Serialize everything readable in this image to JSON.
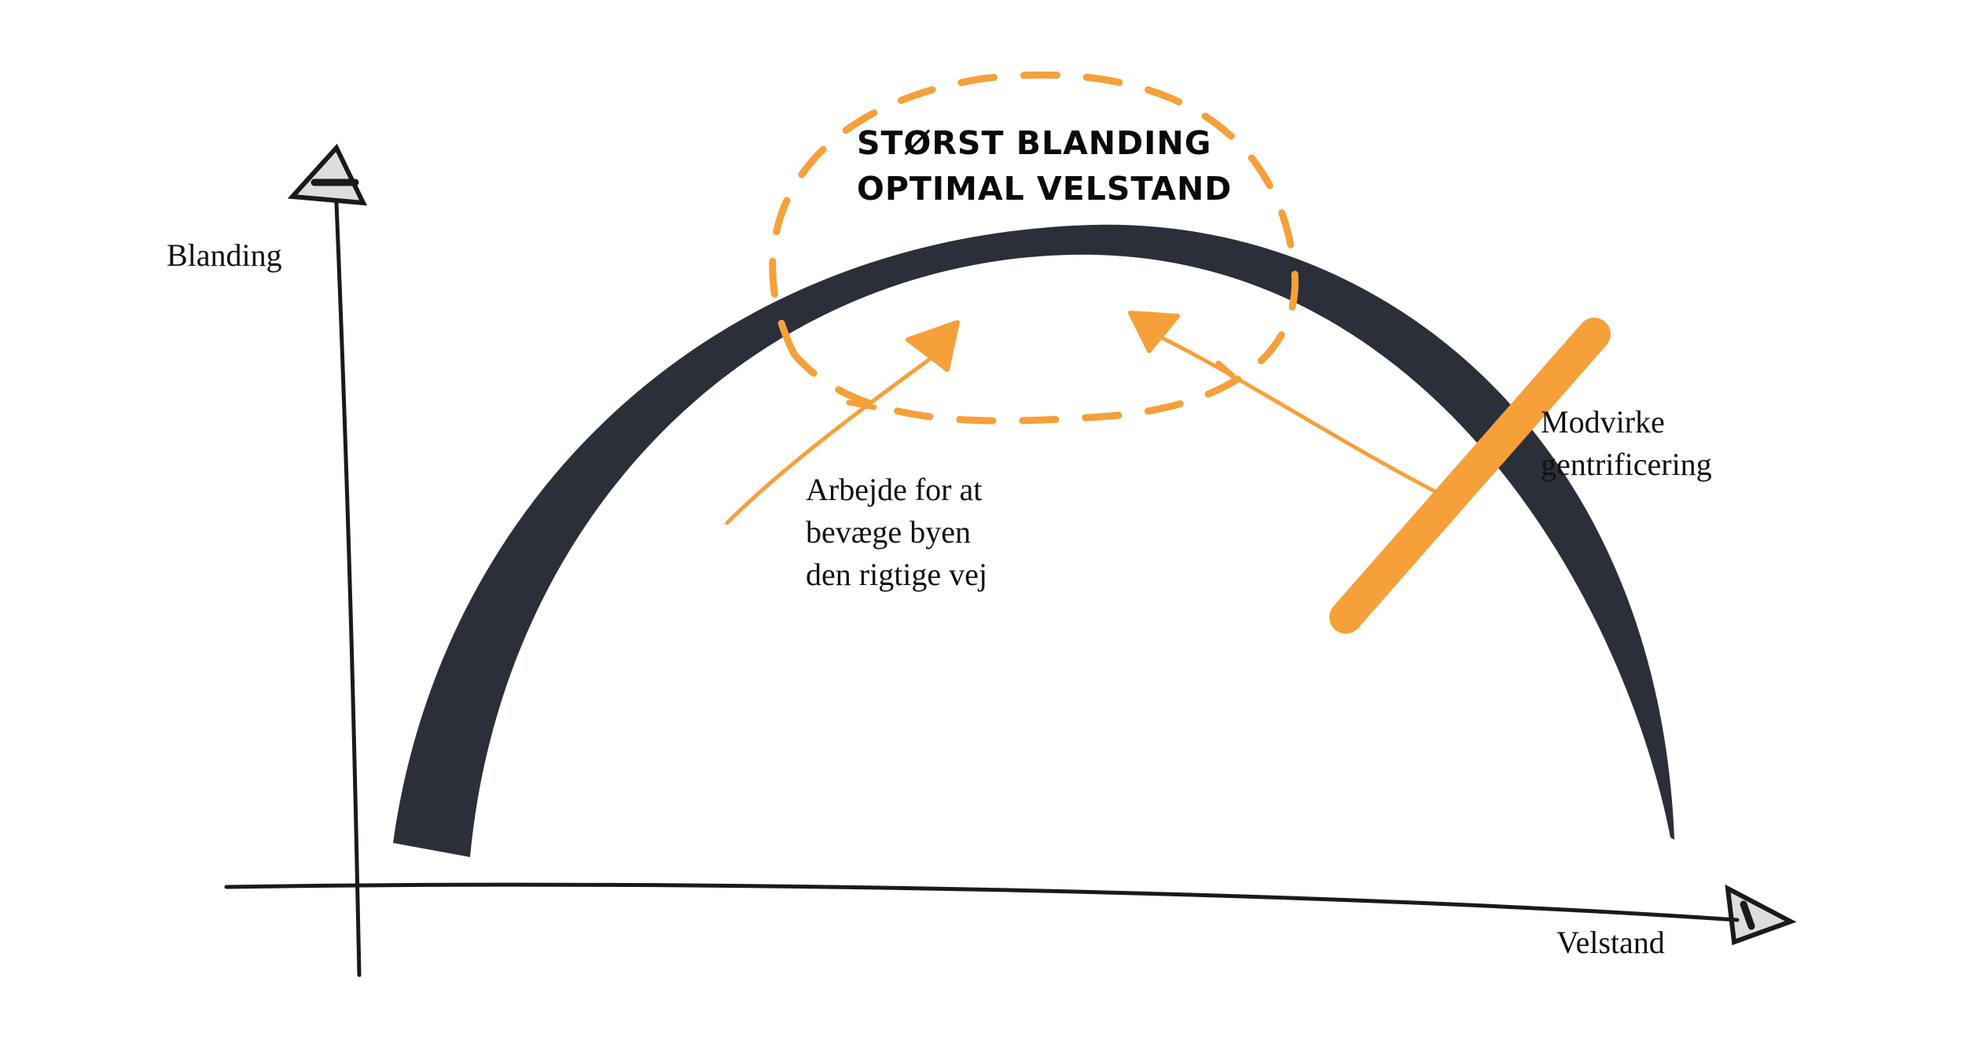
{
  "axes": {
    "y_label": "Blanding",
    "x_label": "Velstand"
  },
  "headline": {
    "line1": "STØRST BLANDING",
    "line2": "OPTIMAL VELSTAND"
  },
  "left_note": {
    "line1": "Arbejde for at",
    "line2": "bevæge byen",
    "line3": "den rigtige vej"
  },
  "right_note": {
    "line1": "Modvirke",
    "line2": "gentrificering"
  },
  "colors": {
    "curve": "#2b2f3a",
    "accent": "#f6a03a",
    "axis": "#1a1a1a",
    "text": "#111111"
  }
}
